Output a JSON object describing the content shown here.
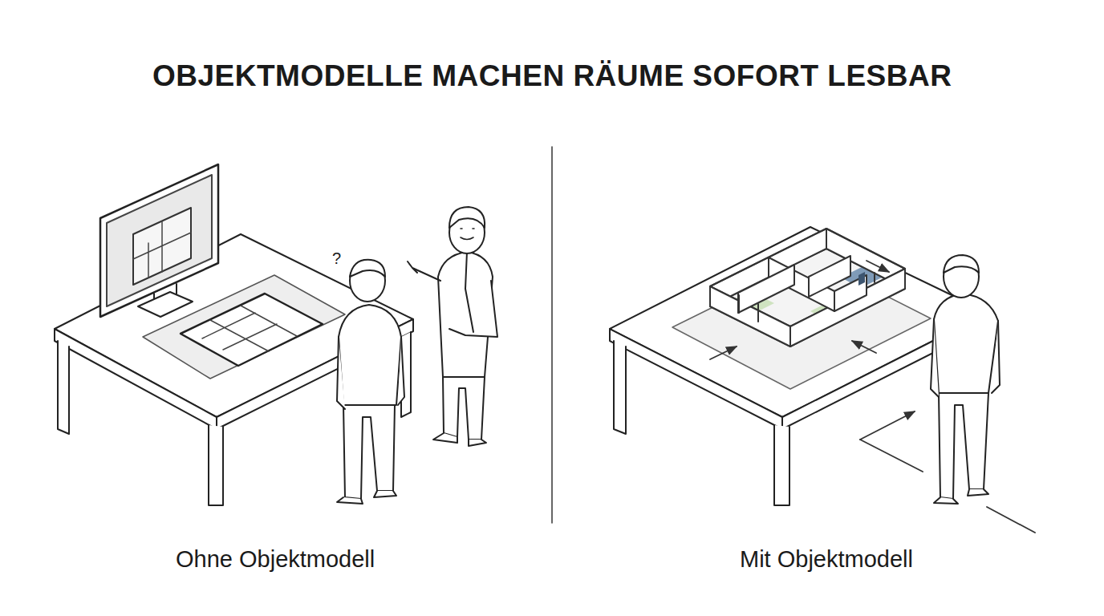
{
  "diagram": {
    "title": "OBJEKTMODELLE MACHEN RÄUME SOFORT LESBAR",
    "labels": [
      "?",
      "Ohne Objektmodell",
      "Mit Objektmodell"
    ]
  }
}
